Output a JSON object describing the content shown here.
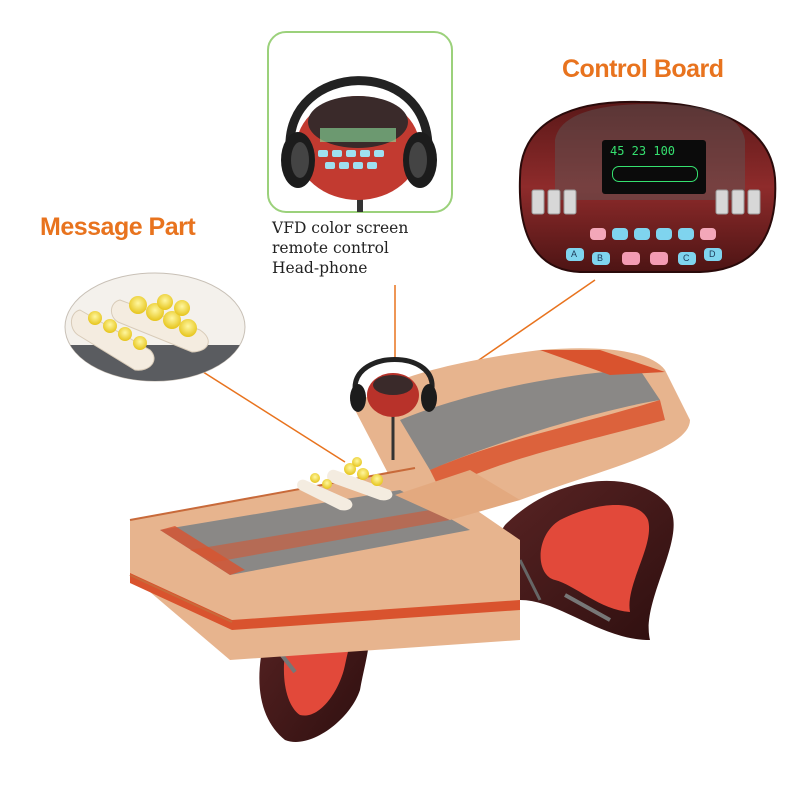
{
  "labels": {
    "control_board": "Control Board",
    "message_part": "Message Part"
  },
  "callout_text": {
    "line1": "VFD color screen",
    "line2": "remote control",
    "line3": "Head-phone"
  },
  "control_board_screen": {
    "readout": "45 23 100"
  },
  "button_letters": [
    "A",
    "B",
    "C",
    "D"
  ],
  "colors": {
    "label_orange": "#e8731e",
    "bed_tan": "#e7b48e",
    "bed_orange": "#d9532e",
    "bed_gray": "#8a8886",
    "frame_mahogany": "#4a1e1e",
    "panel_red": "#e24a3b",
    "callout_green": "#9bd17b",
    "board_red": "#8a2a2a"
  }
}
